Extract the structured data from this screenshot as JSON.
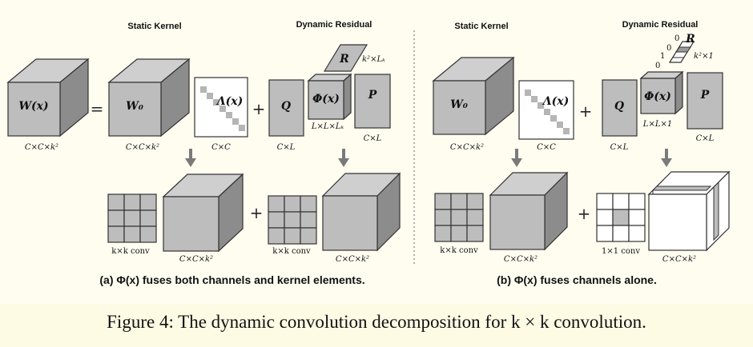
{
  "left_panel": {
    "static_title": "Static Kernel",
    "dynamic_title": "Dynamic Residual",
    "w_label": "W(x)",
    "w_dims": "C×C×k²",
    "equals": "=",
    "w0_label": "W₀",
    "w0_dims": "C×C×k²",
    "lambda_label": "Λ(x)",
    "lambda_dims": "C×C",
    "plus": "+",
    "q_label": "Q",
    "q_dims": "C×L",
    "r_label": "R",
    "r_dims": "k²×Lₖ",
    "phi_label": "Φ(x)",
    "phi_dims": "L×L×Lₖ",
    "p_label": "P",
    "p_dims": "C×L",
    "conv_label": "k×k conv",
    "cube_dims": "C×C×k²",
    "conv_label_2": "k×k conv",
    "cube_dims_2": "C×C×k²",
    "subcaption": "(a) Φ(x) fuses both channels and kernel elements."
  },
  "right_panel": {
    "static_title": "Static Kernel",
    "dynamic_title": "Dynamic Residual",
    "w0_label": "W₀",
    "w0_dims": "C×C×k²",
    "lambda_label": "Λ(x)",
    "lambda_dims": "C×C",
    "plus": "+",
    "q_label": "Q",
    "q_dims": "C×L",
    "r_label": "R",
    "r_dims": "k²×1",
    "r_entries": [
      "0",
      "1",
      "0",
      "0"
    ],
    "phi_label": "Φ(x)",
    "phi_dims": "L×L×1",
    "p_label": "P",
    "p_dims": "C×L",
    "conv_label": "k×k conv",
    "cube_dims": "C×C×k²",
    "conv_1x1_label": "1×1 conv",
    "cube_dims_2": "C×C×k²",
    "subcaption": "(b) Φ(x) fuses channels alone."
  },
  "caption": "Figure 4: The dynamic convolution decomposition for k × k convolution."
}
